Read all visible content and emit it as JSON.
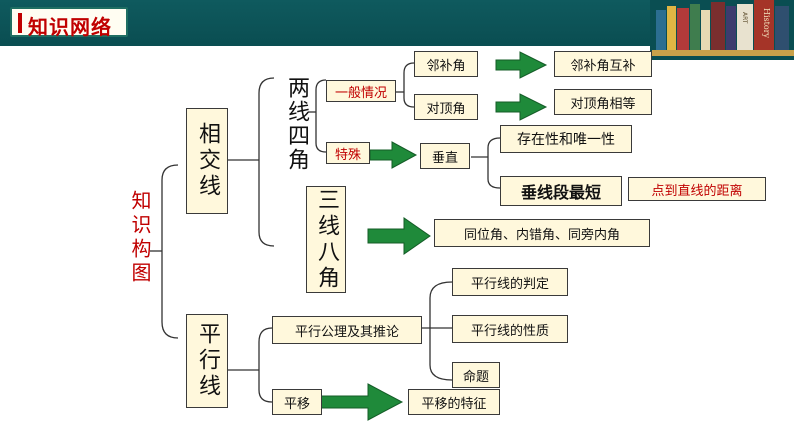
{
  "header": {
    "title": "知识网络"
  },
  "books": {
    "labels": [
      "History",
      "ART"
    ]
  },
  "root": {
    "label": "知识构图"
  },
  "branches": {
    "intersect": "相交线",
    "parallel": "平行线"
  },
  "intersect": {
    "two_lines": "两线四角",
    "three_lines": "三线八角",
    "general": "一般情况",
    "special": "特殊",
    "adjacent_supp": "邻补角",
    "adjacent_supp_result": "邻补角互补",
    "vertical_angles": "对顶角",
    "vertical_angles_result": "对顶角相等",
    "perpendicular": "垂直",
    "exist_unique": "存在性和唯一性",
    "shortest": "垂线段最短",
    "point_line_distance": "点到直线的距离",
    "angle_types": "同位角、内错角、同旁内角"
  },
  "parallel": {
    "axiom": "平行公理及其推论",
    "criteria": "平行线的判定",
    "properties": "平行线的性质",
    "propositions": "命题",
    "translation": "平移",
    "translation_features": "平移的特征"
  },
  "colors": {
    "header": "#0a4e52",
    "accent": "#c00000",
    "box_fill": "#fff8dc",
    "arrow": "#1f8a3a"
  }
}
